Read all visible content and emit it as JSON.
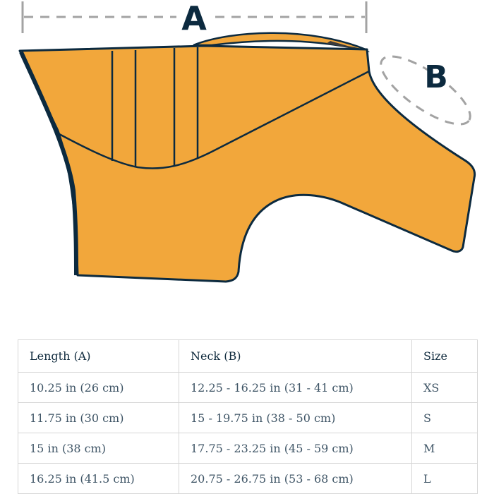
{
  "illustration": {
    "label_a": "A",
    "label_b": "B",
    "colors": {
      "fill": "#f2a73b",
      "outline": "#0c2a3f",
      "dimension_line": "#a3a3a3"
    }
  },
  "size_table": {
    "headers": [
      "Length (A)",
      "Neck (B)",
      "Size"
    ],
    "rows": [
      [
        "10.25 in (26 cm)",
        "12.25 - 16.25 in (31 - 41 cm)",
        "XS"
      ],
      [
        "11.75 in (30 cm)",
        "15 - 19.75 in (38 - 50 cm)",
        "S"
      ],
      [
        "15 in (38 cm)",
        "17.75 - 23.25 in (45 - 59 cm)",
        "M"
      ],
      [
        "16.25 in (41.5 cm)",
        "20.75 - 26.75 in (53 - 68 cm)",
        "L"
      ]
    ]
  }
}
